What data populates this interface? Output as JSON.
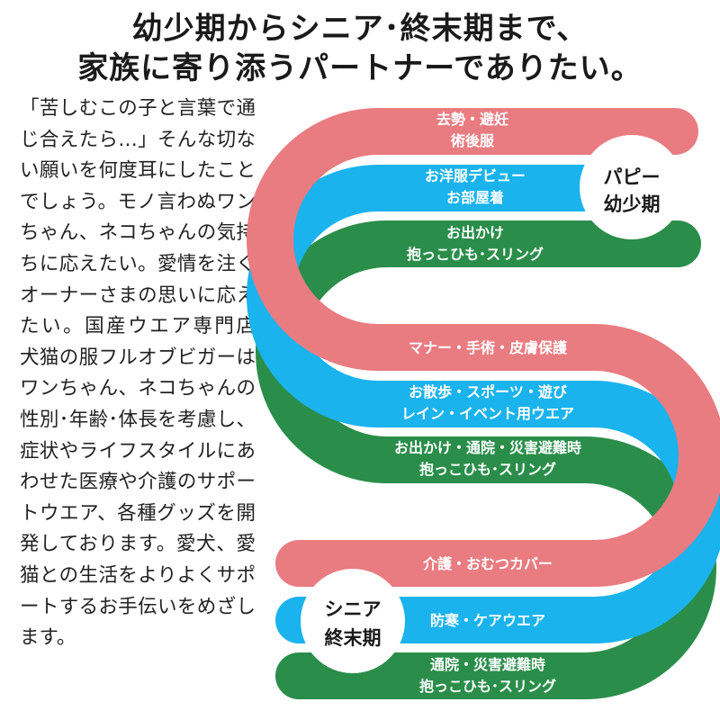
{
  "headline": {
    "line1": "幼少期からシニア･終末期まで、",
    "line2": "家族に寄り添うパートナーでありたい。"
  },
  "body_text": "「苦しむこの子と言葉で通じ合えたら…」そんな切ない願いを何度耳にしたことでしょう。モノ言わぬワンちゃん、ネコちゃんの気持ちに応えたい。愛情を注ぐオーナーさまの思いに応えたい。国産ウエア専門店　犬猫の服フルオブビガーはワンちゃん、ネコちゃんの性別･年齢･体長を考慮し、症状やライフスタイルにあわせた医療や介護のサポートウエア、各種グッズを開発しております。愛犬、愛猫との生活をよりよくサポートするお手伝いをめざします。",
  "colors": {
    "pink": "#E97C81",
    "blue": "#1AB3EE",
    "green": "#2A8E4A"
  },
  "stage_circles": {
    "puppy": {
      "line1": "パピー",
      "line2": "幼少期"
    },
    "senior": {
      "line1": "シニア",
      "line2": "終末期"
    }
  },
  "bands": {
    "top_pink": {
      "line1": "去勢・避妊",
      "line2": "術後服"
    },
    "top_blue": {
      "line1": "お洋服デビュー",
      "line2": "お部屋着"
    },
    "top_green": {
      "line1": "お出かけ",
      "line2": "抱っこひも･スリング"
    },
    "mid_pink": {
      "line1": "マナー・手術・皮膚保護"
    },
    "mid_blue": {
      "line1": "お散歩・スポーツ・遊び",
      "line2": "レイン・イベント用ウエア"
    },
    "mid_green": {
      "line1": "お出かけ・通院・災害避難時",
      "line2": "抱っこひも･スリング"
    },
    "bot_pink": {
      "line1": "介護・おむつカバー"
    },
    "bot_blue": {
      "line1": "防寒・ケアウエア"
    },
    "bot_green": {
      "line1": "通院・災害避難時",
      "line2": "抱っこひも･スリング"
    }
  }
}
